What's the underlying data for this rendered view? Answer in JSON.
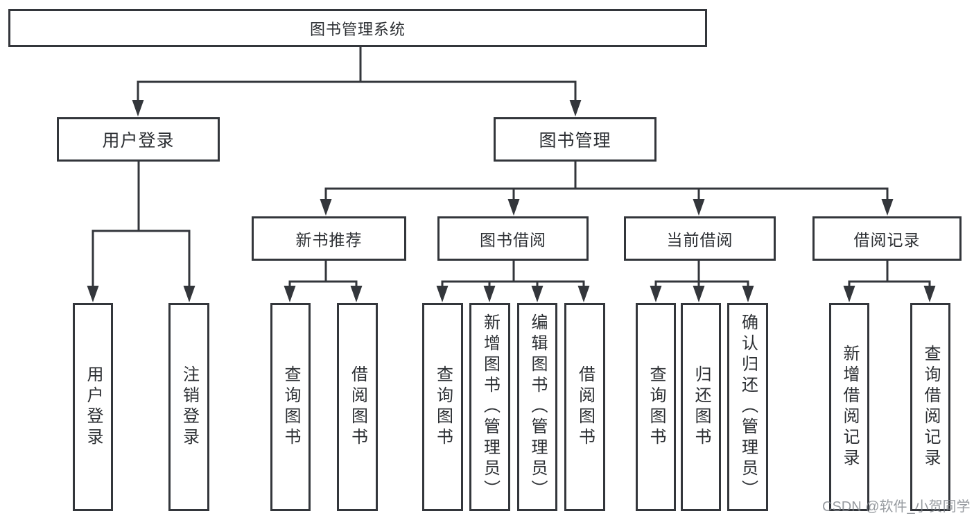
{
  "diagram_title": "图书管理系统",
  "tree": {
    "root": {
      "label": "图书管理系统"
    },
    "children": [
      {
        "label": "用户登录",
        "children": [
          {
            "label": "用户登录"
          },
          {
            "label": "注销登录"
          }
        ]
      },
      {
        "label": "图书管理",
        "children": [
          {
            "label": "新书推荐",
            "children": [
              {
                "label": "查询图书"
              },
              {
                "label": "借阅图书"
              }
            ]
          },
          {
            "label": "图书借阅",
            "children": [
              {
                "label": "查询图书"
              },
              {
                "label": "新增图书（管理员）"
              },
              {
                "label": "编辑图书（管理员）"
              },
              {
                "label": "借阅图书"
              }
            ]
          },
          {
            "label": "当前借阅",
            "children": [
              {
                "label": "查询图书"
              },
              {
                "label": "归还图书"
              },
              {
                "label": "确认归还（管理员）"
              }
            ]
          },
          {
            "label": "借阅记录",
            "children": [
              {
                "label": "新增借阅记录"
              },
              {
                "label": "查询借阅记录"
              }
            ]
          }
        ]
      }
    ]
  },
  "watermark": "CSDN @软件_小贺同学",
  "colors": {
    "background": "#ffffff",
    "box_border": "#33363b",
    "connector_line": "#33363b",
    "text": "#2c2f33",
    "watermark_text": "#7d8288"
  }
}
